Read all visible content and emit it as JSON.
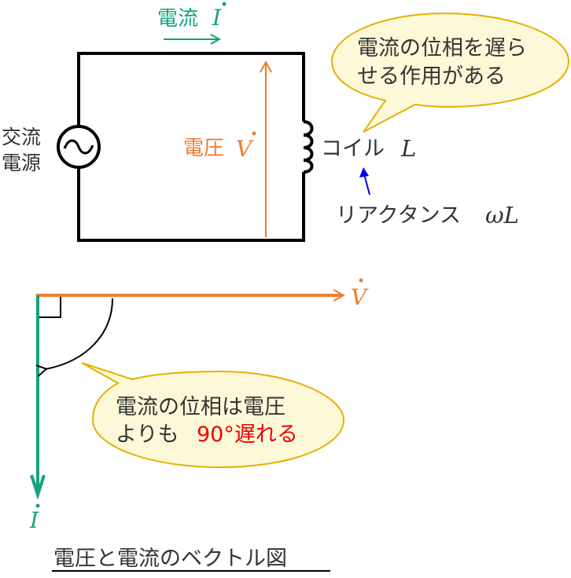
{
  "colors": {
    "current": "#12a37f",
    "voltage": "#ef7d32",
    "wire": "#000000",
    "text": "#333333",
    "bubble_fill": "#fdf8d8",
    "bubble_stroke": "#e6b000",
    "reactance_arrow": "#0000ee",
    "highlight": "#ee0000"
  },
  "circuit": {
    "current_label": "電流",
    "current_symbol": "I",
    "source_label_line1": "交流",
    "source_label_line2": "電源",
    "voltage_label": "電圧",
    "voltage_symbol": "V",
    "coil_label": "コイル",
    "coil_symbol": "L",
    "reactance_label": "リアクタンス",
    "reactance_symbol": "ωL",
    "bubble_line1": "電流の位相を遅ら",
    "bubble_line2": "せる作用がある"
  },
  "vector_diagram": {
    "v_symbol": "V",
    "i_symbol": "I",
    "bubble_line1": "電流の位相は電圧",
    "bubble_line2_prefix": "よりも",
    "bubble_line2_highlight": "90°遅れる",
    "title": "電圧と電流のベクトル図"
  }
}
